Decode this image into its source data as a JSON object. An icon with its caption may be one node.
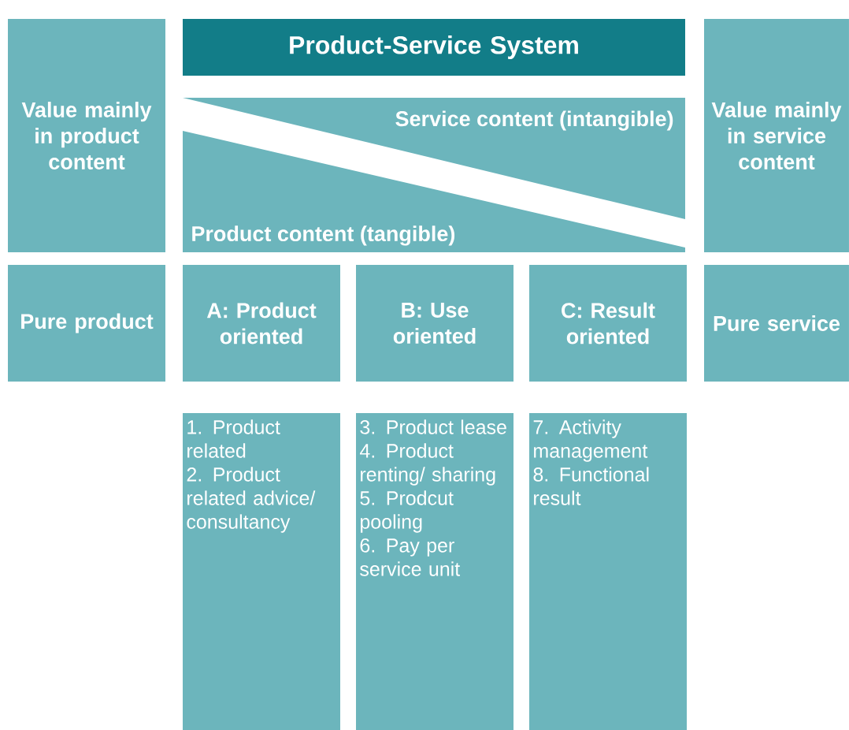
{
  "diagram": {
    "nodes": [
      {
        "text": [
          "Value mainly in product content"
        ]
      },
      {
        "text": [
          "Product-Service System"
        ]
      },
      {
        "text": [
          "Service content (intangible)"
        ]
      },
      {
        "text": [
          "Product content (tangible)"
        ]
      },
      {
        "text": [
          "Value mainly in service content"
        ]
      },
      {
        "text": [
          "Pure product"
        ]
      },
      {
        "text": [
          "A: Product oriented"
        ]
      },
      {
        "text": [
          "B: Use oriented"
        ]
      },
      {
        "text": [
          "C: Result oriented"
        ]
      },
      {
        "text": [
          "Pure service"
        ]
      },
      {
        "text": [
          "1. Product related",
          "2. Product related advice/ consultancy"
        ]
      },
      {
        "text": [
          "3. Product lease",
          "4. Product renting/ sharing",
          "5. Prodcut pooling",
          "6. Pay per service unit"
        ]
      },
      {
        "text": [
          "7. Activity management",
          "8. Functional result"
        ]
      }
    ]
  }
}
